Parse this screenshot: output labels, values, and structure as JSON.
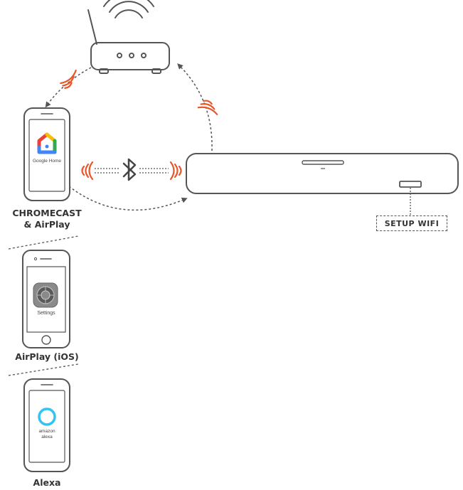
{
  "labels": {
    "chromecast": "CHROMECAST\n& AirPlay",
    "airplay_ios": "AirPlay (iOS)",
    "alexa": "Alexa",
    "setup_wifi": "SETUP WIFI"
  },
  "app_labels": {
    "google_home": "Google Home",
    "settings": "Settings",
    "alexa_app": "amazon\nalexa"
  },
  "icons": {
    "router": "router-icon",
    "wifi": "wifi-icon",
    "bluetooth": "bluetooth-icon",
    "soundbar": "soundbar-icon",
    "phone": "smartphone-icon"
  },
  "colors": {
    "line": "#555555",
    "signal": "#e8562a",
    "google_red": "#ea4335",
    "google_yellow": "#fbbc05",
    "google_green": "#34a853",
    "google_blue": "#4285f4",
    "alexa_cyan": "#31c4f3"
  }
}
